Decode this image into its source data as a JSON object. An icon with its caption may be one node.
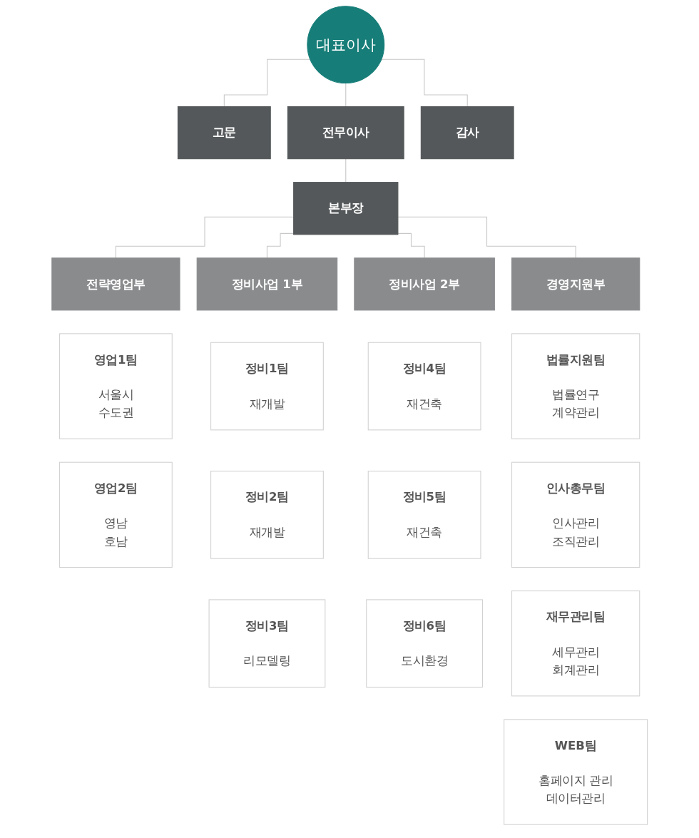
{
  "diagram": {
    "nodes": [
      {
        "text": [
          "대표이사"
        ]
      },
      {
        "text": [
          "고문"
        ]
      },
      {
        "text": [
          "전무이사"
        ]
      },
      {
        "text": [
          "감사"
        ]
      },
      {
        "text": [
          "본부장"
        ]
      },
      {
        "text": [
          "전략영업부"
        ]
      },
      {
        "text": [
          "정비사업 1부"
        ]
      },
      {
        "text": [
          "정비사업 2부"
        ]
      },
      {
        "text": [
          "경영지원부"
        ]
      },
      {
        "text": [
          "영업1팀",
          "서울시",
          "수도권"
        ]
      },
      {
        "text": [
          "영업2팀",
          "영남",
          "호남"
        ]
      },
      {
        "text": [
          "정비1팀",
          "재개발"
        ]
      },
      {
        "text": [
          "정비2팀",
          "재개발"
        ]
      },
      {
        "text": [
          "정비3팀",
          "리모델링"
        ]
      },
      {
        "text": [
          "정비4팀",
          "재건축"
        ]
      },
      {
        "text": [
          "정비5팀",
          "재건축"
        ]
      },
      {
        "text": [
          "정비6팀",
          "도시환경"
        ]
      },
      {
        "text": [
          "법률지원팀",
          "법률연구",
          "계약관리"
        ]
      },
      {
        "text": [
          "인사총무팀",
          "인사관리",
          "조직관리"
        ]
      },
      {
        "text": [
          "재무관리팀",
          "세무관리",
          "회계관리"
        ]
      },
      {
        "text": [
          "WEB팀",
          "홈페이지 관리",
          "데이터관리"
        ]
      }
    ],
    "edges": [
      {
        "from": 0,
        "to": 1,
        "arrow": "none"
      },
      {
        "from": 0,
        "to": 2,
        "arrow": "none"
      },
      {
        "from": 0,
        "to": 3,
        "arrow": "none"
      },
      {
        "from": 2,
        "to": 4,
        "arrow": "none"
      },
      {
        "from": 4,
        "to": 5,
        "arrow": "none"
      },
      {
        "from": 4,
        "to": 6,
        "arrow": "none"
      },
      {
        "from": 4,
        "to": 7,
        "arrow": "none"
      },
      {
        "from": 4,
        "to": 8,
        "arrow": "none"
      }
    ]
  }
}
